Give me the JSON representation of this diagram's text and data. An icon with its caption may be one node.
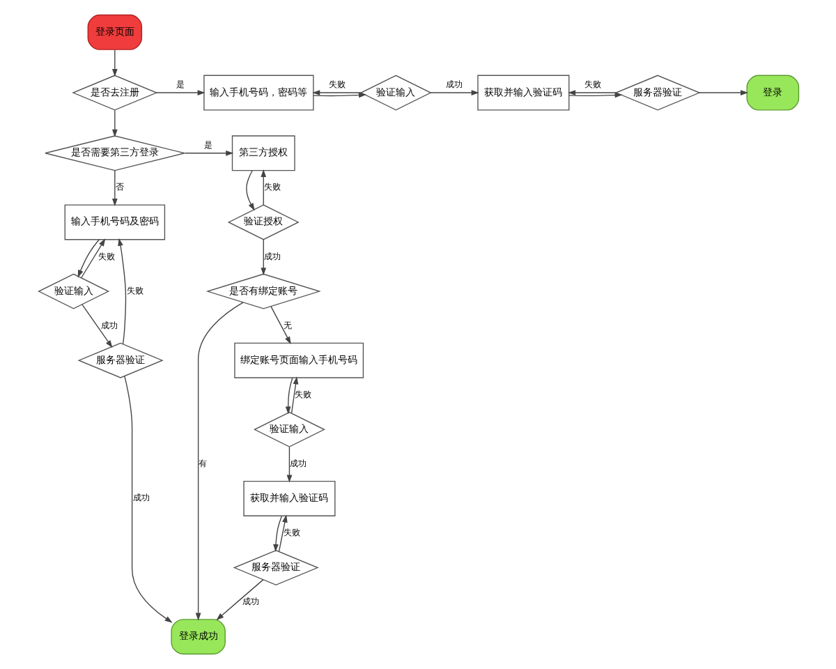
{
  "diagram": {
    "nodes": [
      {
        "text": [
          "登录页面"
        ]
      },
      {
        "text": [
          "是否去注册"
        ]
      },
      {
        "text": [
          "输入手机号码，密码等"
        ]
      },
      {
        "text": [
          "验证输入"
        ]
      },
      {
        "text": [
          "获取并输入验证码"
        ]
      },
      {
        "text": [
          "服务器验证"
        ]
      },
      {
        "text": [
          "登录"
        ]
      },
      {
        "text": [
          "是否需要第三方登录"
        ]
      },
      {
        "text": [
          "第三方授权"
        ]
      },
      {
        "text": [
          "验证授权"
        ]
      },
      {
        "text": [
          "输入手机号码及密码"
        ]
      },
      {
        "text": [
          "验证输入"
        ]
      },
      {
        "text": [
          "服务器验证"
        ]
      },
      {
        "text": [
          "登录成功"
        ]
      },
      {
        "text": [
          "是否有绑定账号"
        ]
      },
      {
        "text": [
          "绑定账号页面输入手机号码"
        ]
      },
      {
        "text": [
          "验证输入"
        ]
      },
      {
        "text": [
          "获取并输入验证码"
        ]
      },
      {
        "text": [
          "服务器验证"
        ]
      }
    ],
    "edges": [
      {
        "from": 0,
        "to": 1,
        "arrow": "to"
      },
      {
        "from": 1,
        "to": 2,
        "arrow": "to",
        "label": "是"
      },
      {
        "from": 2,
        "to": 3,
        "arrow": "to"
      },
      {
        "from": 3,
        "to": 2,
        "arrow": "to",
        "label": "失败"
      },
      {
        "from": 3,
        "to": 4,
        "arrow": "to",
        "label": "成功"
      },
      {
        "from": 4,
        "to": 5,
        "arrow": "to"
      },
      {
        "from": 5,
        "to": 4,
        "arrow": "to",
        "label": "失败"
      },
      {
        "from": 5,
        "to": 6,
        "arrow": "to"
      },
      {
        "from": 1,
        "to": 7,
        "arrow": "to"
      },
      {
        "from": 7,
        "to": 8,
        "arrow": "to",
        "label": "是"
      },
      {
        "from": 7,
        "to": 10,
        "arrow": "to",
        "label": "否"
      },
      {
        "from": 8,
        "to": 9,
        "arrow": "to"
      },
      {
        "from": 9,
        "to": 8,
        "arrow": "to",
        "label": "失败"
      },
      {
        "from": 9,
        "to": 14,
        "arrow": "to",
        "label": "成功"
      },
      {
        "from": 10,
        "to": 11,
        "arrow": "to"
      },
      {
        "from": 11,
        "to": 10,
        "arrow": "to",
        "label": "失败"
      },
      {
        "from": 11,
        "to": 12,
        "arrow": "to",
        "label": "成功"
      },
      {
        "from": 12,
        "to": 10,
        "arrow": "to",
        "label": "失败"
      },
      {
        "from": 12,
        "to": 13,
        "arrow": "to",
        "label": "成功"
      },
      {
        "from": 14,
        "to": 15,
        "arrow": "to",
        "label": "无"
      },
      {
        "from": 14,
        "to": 13,
        "arrow": "to",
        "label": "有"
      },
      {
        "from": 15,
        "to": 16,
        "arrow": "to"
      },
      {
        "from": 16,
        "to": 15,
        "arrow": "to",
        "label": "失败"
      },
      {
        "from": 16,
        "to": 17,
        "arrow": "to",
        "label": "成功"
      },
      {
        "from": 17,
        "to": 18,
        "arrow": "to"
      },
      {
        "from": 18,
        "to": 17,
        "arrow": "to",
        "label": "失败"
      },
      {
        "from": 18,
        "to": 13,
        "arrow": "to",
        "label": "成功"
      }
    ]
  }
}
